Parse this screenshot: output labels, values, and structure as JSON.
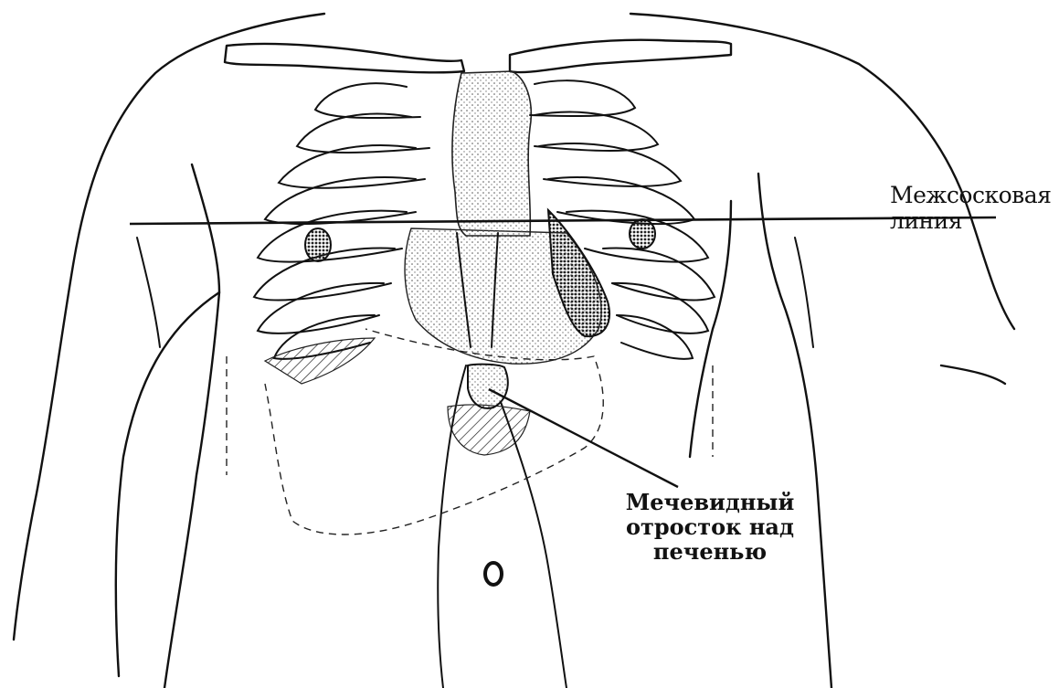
{
  "labels": {
    "nipple_line": [
      "Межсосковая",
      "линия"
    ],
    "xiphoid": [
      "Мечевидный",
      "отросток над",
      "печенью"
    ]
  },
  "colors": {
    "ink": "#111111",
    "paper": "#ffffff",
    "stipple": "#6b6b6b"
  }
}
